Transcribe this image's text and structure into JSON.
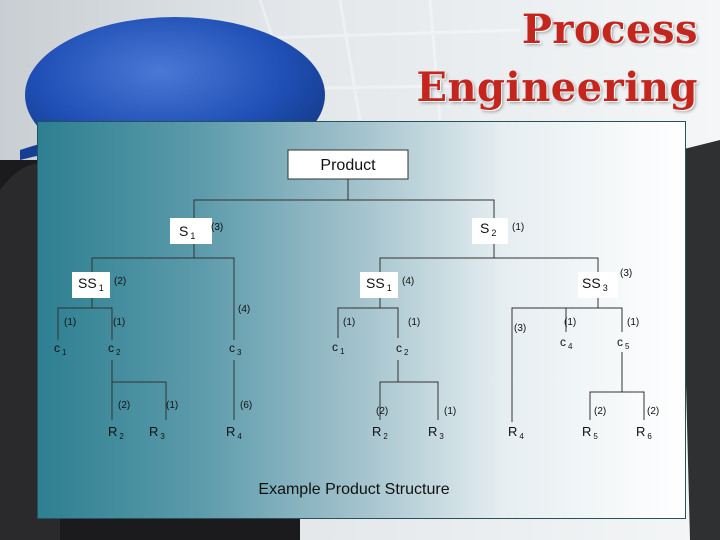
{
  "slide": {
    "title_line1": "Process",
    "title_line2": "Engineering",
    "caption": "Example Product Structure"
  },
  "colors": {
    "title": "#c4261e",
    "panel_dark": "#2d7f91",
    "panel_light": "#ffffff",
    "helmet": "#1f4fb5"
  },
  "tree": {
    "product": "Product",
    "s1": {
      "base": "S",
      "sub": "1",
      "qty": "(3)"
    },
    "s2": {
      "base": "S",
      "sub": "2",
      "qty": "(1)"
    },
    "ss1_left": {
      "base": "SS",
      "sub": "1",
      "qty": "(2)"
    },
    "ss1_right": {
      "base": "SS",
      "sub": "1",
      "qty": "(4)"
    },
    "ss3": {
      "base": "SS",
      "sub": "3",
      "qty": "(3)"
    },
    "c3_qty": "(4)",
    "r4_right_qty": "(3)",
    "c1_left": {
      "base": "c",
      "sub": "1",
      "qty": "(1)"
    },
    "c2_left": {
      "base": "c",
      "sub": "2",
      "qty": "(1)"
    },
    "c3": {
      "base": "c",
      "sub": "3"
    },
    "c1_mid": {
      "base": "c",
      "sub": "1",
      "qty": "(1)"
    },
    "c2_mid": {
      "base": "c",
      "sub": "2",
      "qty": "(1)"
    },
    "c4": {
      "base": "c",
      "sub": "4",
      "qty": "(1)"
    },
    "c5": {
      "base": "c",
      "sub": "5",
      "qty": "(1)"
    },
    "r2_left": {
      "base": "R",
      "sub": "2",
      "qty": "(2)"
    },
    "r3_left": {
      "base": "R",
      "sub": "3",
      "qty": "(1)"
    },
    "r4_left": {
      "base": "R",
      "sub": "4",
      "qty": "(6)"
    },
    "r2_mid": {
      "base": "R",
      "sub": "2",
      "qty": "(2)"
    },
    "r3_mid": {
      "base": "R",
      "sub": "3",
      "qty": "(1)"
    },
    "r4_right": {
      "base": "R",
      "sub": "4"
    },
    "r5": {
      "base": "R",
      "sub": "5",
      "qty": "(2)"
    },
    "r6": {
      "base": "R",
      "sub": "6",
      "qty": "(2)"
    }
  }
}
